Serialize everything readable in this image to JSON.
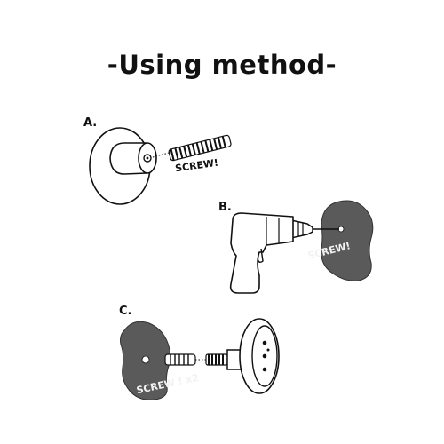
{
  "title": "-Using method-",
  "steps": [
    {
      "label": "A.",
      "callout": "SCREW!"
    },
    {
      "label": "B.",
      "callout": "SCREW!"
    },
    {
      "label": "C.",
      "callout": "SCREW ! x2"
    }
  ],
  "colors": {
    "wall": "#5a5a5a",
    "outline": "#111111",
    "background": "#ffffff"
  }
}
